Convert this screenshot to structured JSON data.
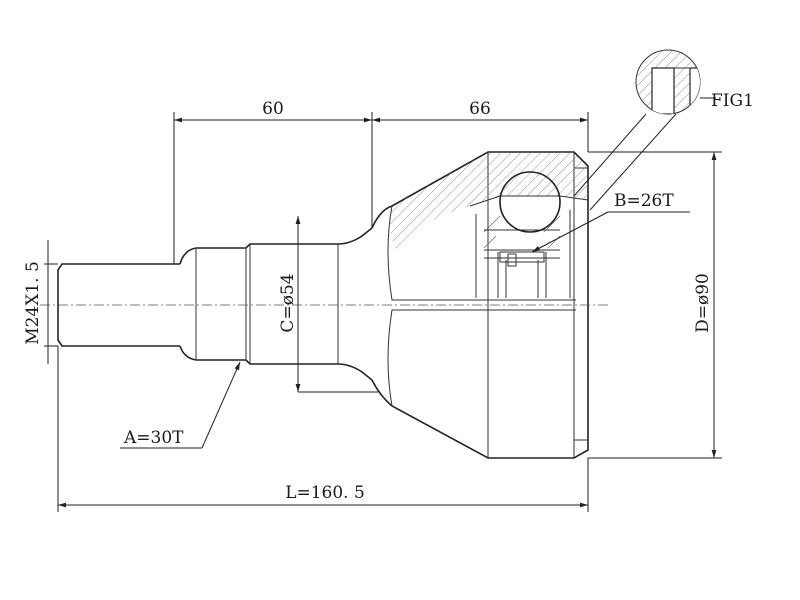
{
  "drawing": {
    "dimensions": {
      "spline_length": "60",
      "bell_length": "66",
      "total_length": "L=160. 5",
      "thread": "M24X1. 5",
      "diameter_c": "C=ø54",
      "diameter_d": "D=ø90"
    },
    "callouts": {
      "spline_a": "A=30T",
      "spline_b": "B=26T",
      "figure": "FIG1"
    }
  }
}
